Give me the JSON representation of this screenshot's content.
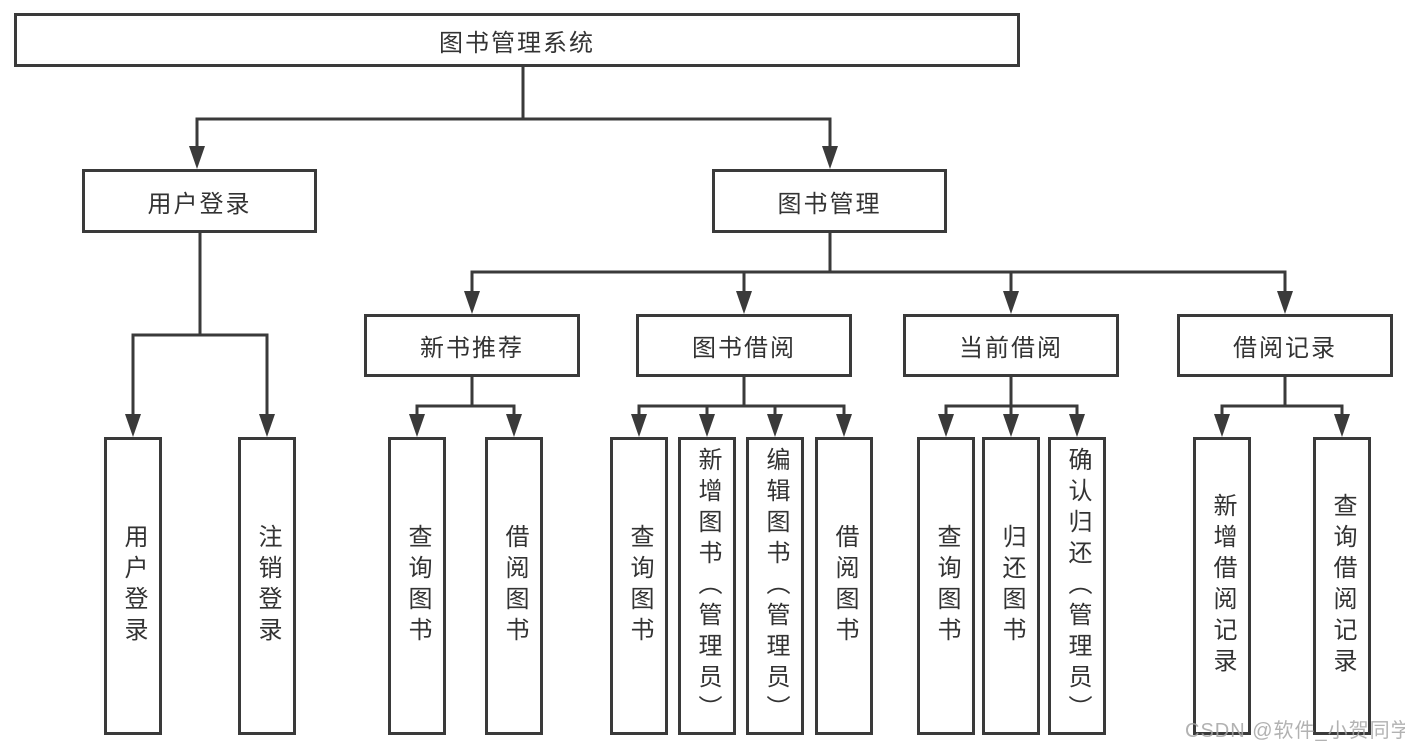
{
  "diagram": {
    "root": {
      "label": "图书管理系统"
    },
    "level2": [
      {
        "label": "用户登录"
      },
      {
        "label": "图书管理"
      }
    ],
    "level3": [
      {
        "label": "新书推荐"
      },
      {
        "label": "图书借阅"
      },
      {
        "label": "当前借阅"
      },
      {
        "label": "借阅记录"
      }
    ],
    "leaves": {
      "user_login": [
        {
          "label": "用户登录"
        },
        {
          "label": "注销登录"
        }
      ],
      "new_book": [
        {
          "label": "查询图书"
        },
        {
          "label": "借阅图书"
        }
      ],
      "book_borrow": [
        {
          "label": "查询图书"
        },
        {
          "label": "新增图书（管理员）"
        },
        {
          "label": "编辑图书（管理员）"
        },
        {
          "label": "借阅图书"
        }
      ],
      "current_borrow": [
        {
          "label": "查询图书"
        },
        {
          "label": "归还图书"
        },
        {
          "label": "确认归还（管理员）"
        }
      ],
      "borrow_record": [
        {
          "label": "新增借阅记录"
        },
        {
          "label": "查询借阅记录"
        }
      ]
    },
    "watermark": "CSDN @软件_小贺同学",
    "colors": {
      "line": "#3a3a3a",
      "text": "#333333",
      "watermark": "#a5a5a5",
      "background": "#ffffff"
    }
  }
}
